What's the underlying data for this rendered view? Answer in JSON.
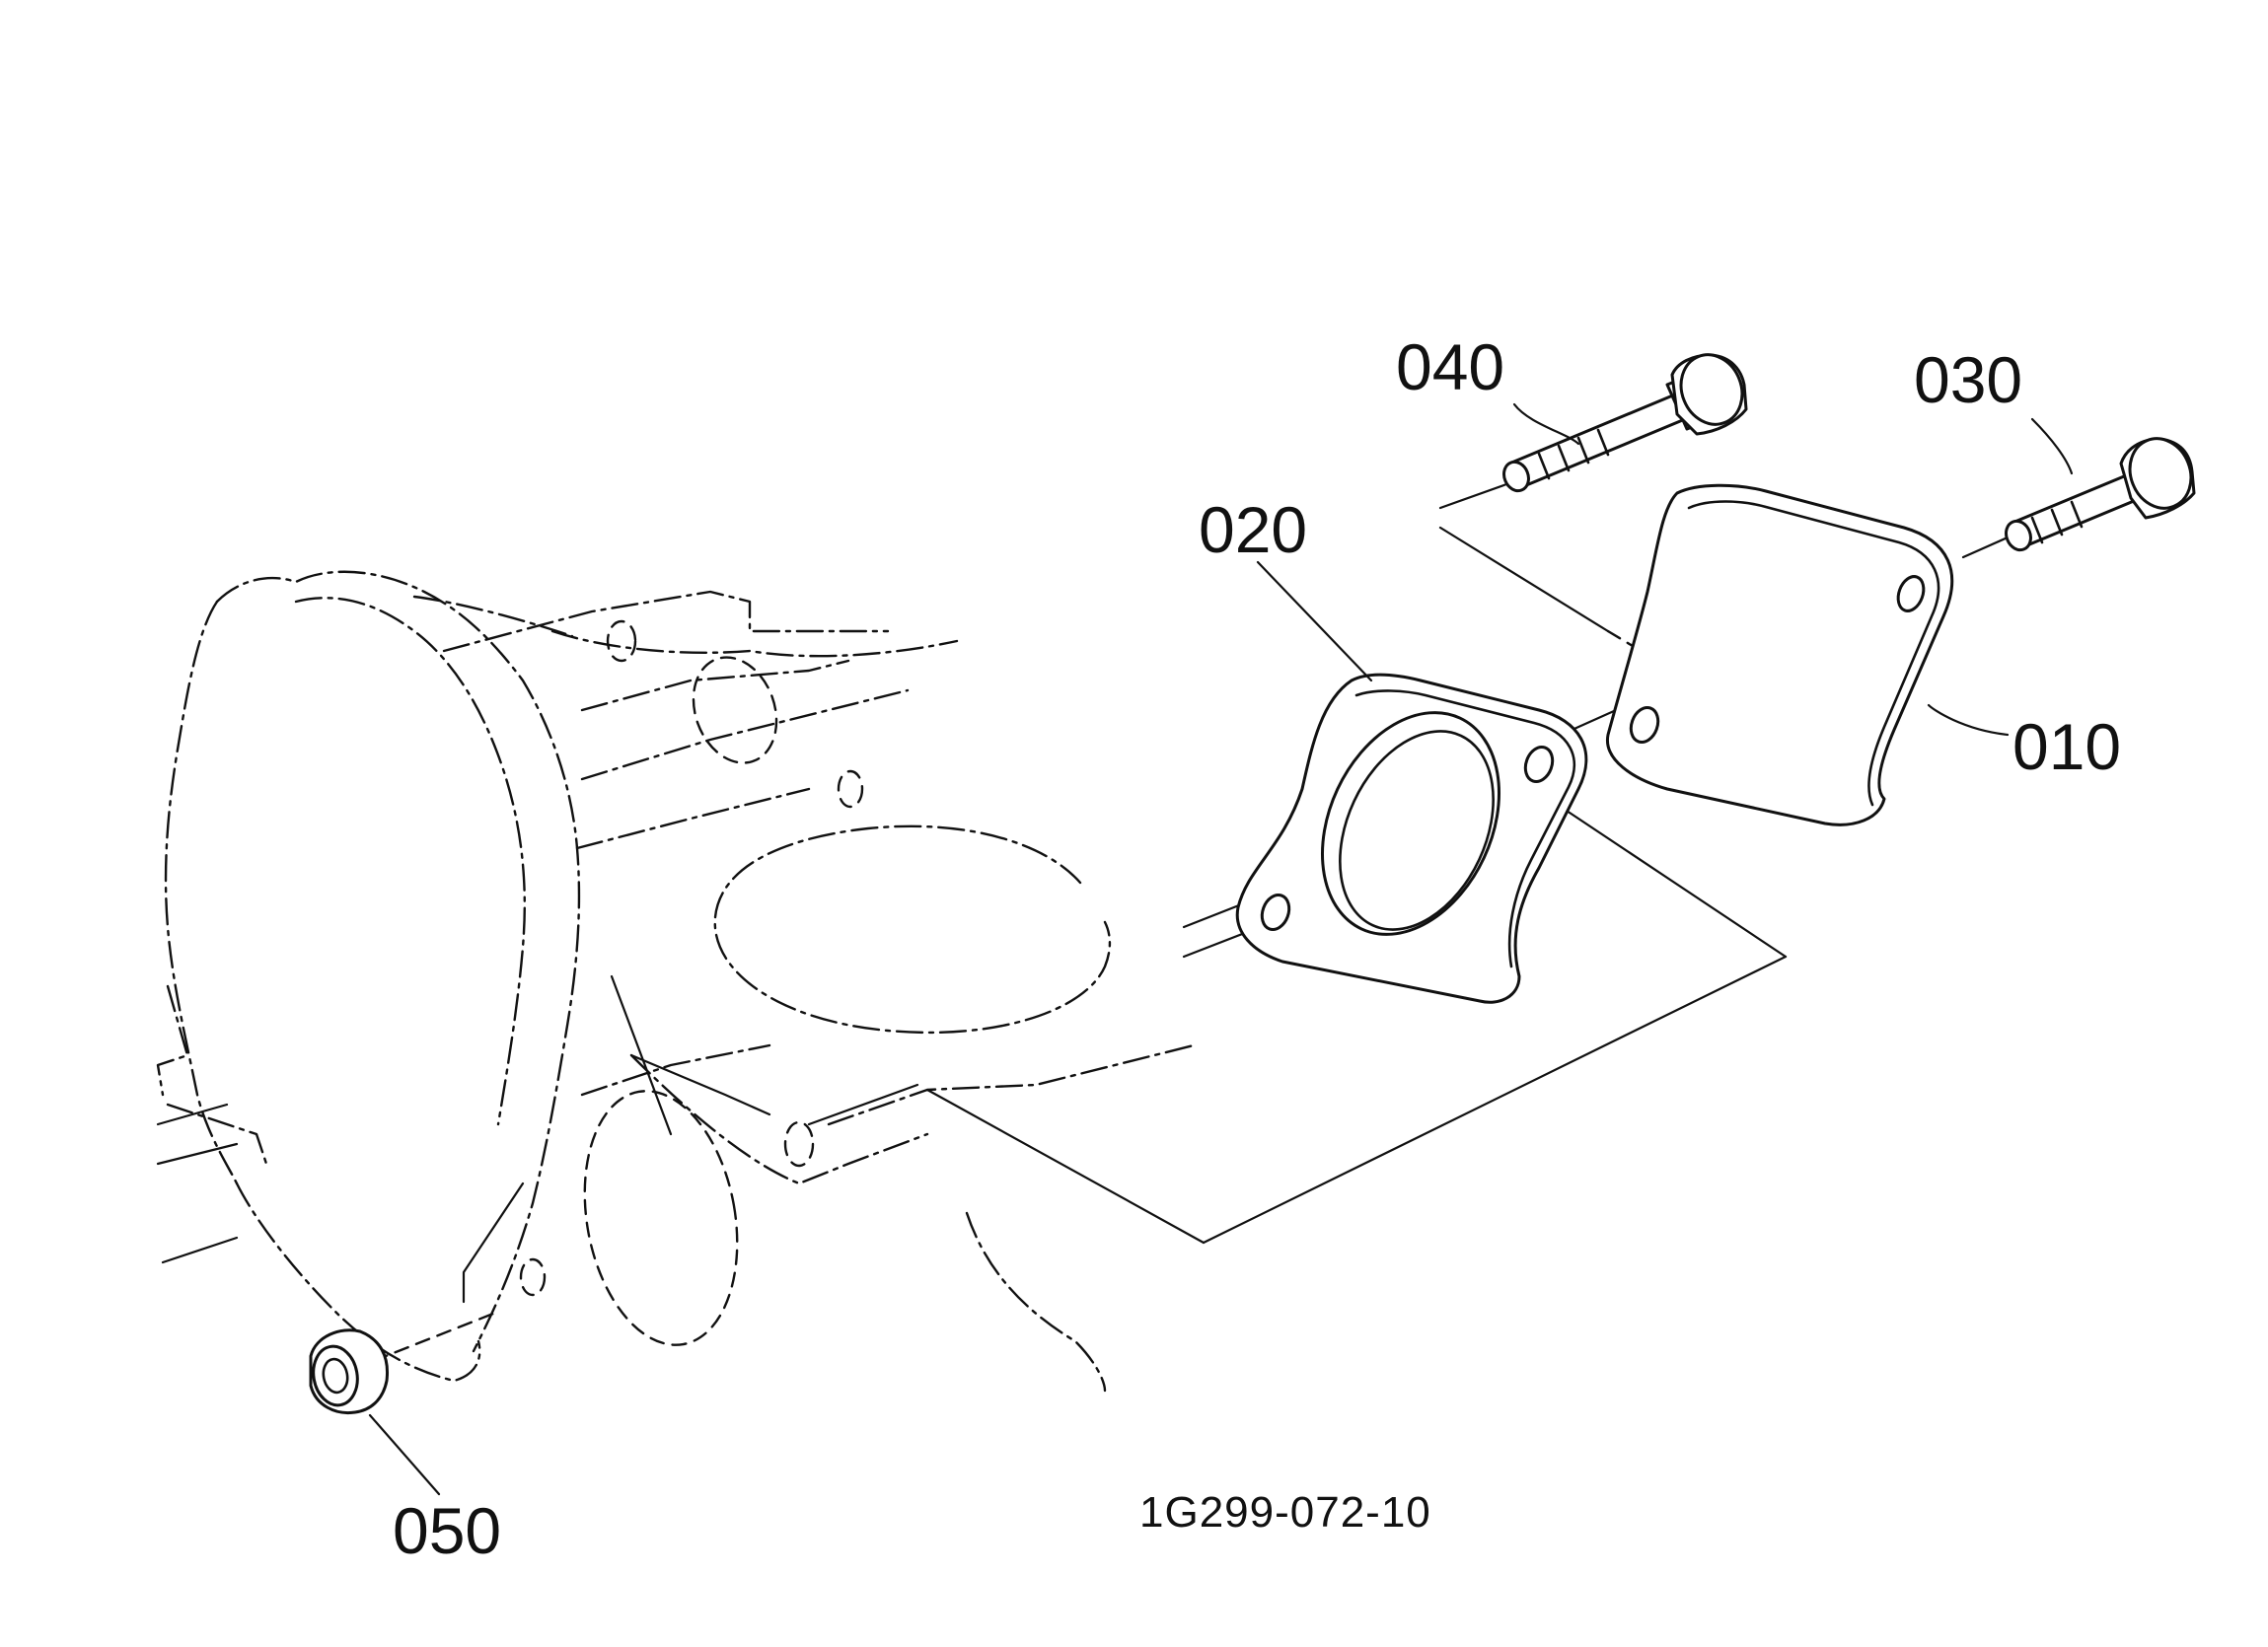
{
  "callouts": {
    "part_010": "010",
    "part_020": "020",
    "part_030": "030",
    "part_040": "040",
    "part_050": "050"
  },
  "drawing_number": "1G299-072-10"
}
